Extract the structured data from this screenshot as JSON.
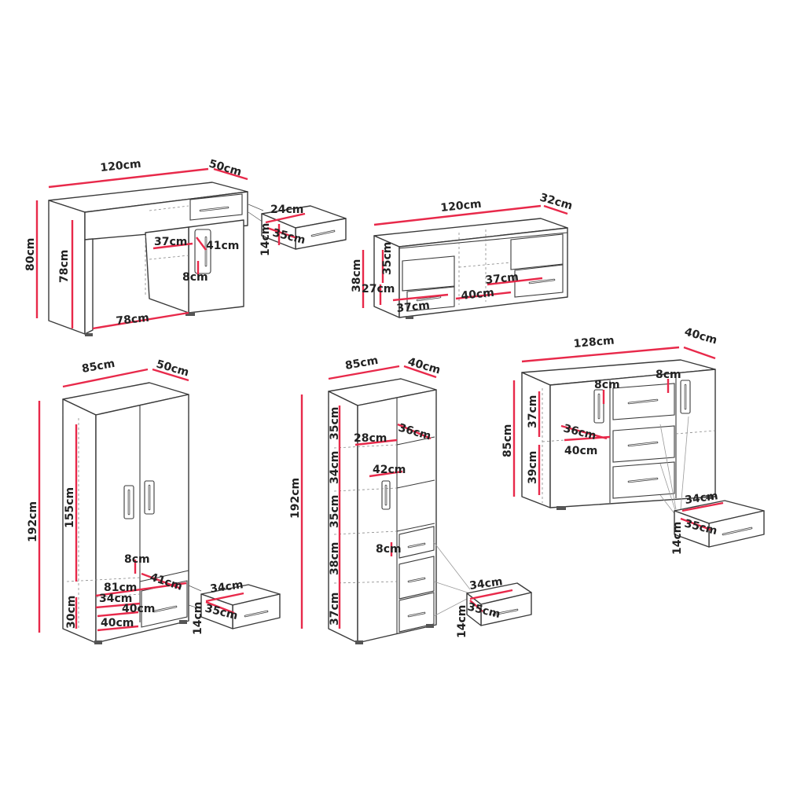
{
  "desk": {
    "width": "120cm",
    "depth": "50cm",
    "height": "80cm",
    "leg_height": "78cm",
    "knee_width": "78cm",
    "shelf_width": "37cm",
    "shelf_depth": "41cm",
    "gap": "8cm",
    "drawer": {
      "width": "24cm",
      "depth": "35cm",
      "height": "14cm"
    }
  },
  "tv_unit": {
    "width": "120cm",
    "depth": "32cm",
    "height": "38cm",
    "inner_height_a": "35cm",
    "inner_height_b": "27cm",
    "drawer_width_left": "37cm",
    "middle_width": "40cm",
    "drawer_width_right": "37cm"
  },
  "wardrobe": {
    "width": "85cm",
    "depth": "50cm",
    "height": "192cm",
    "upper_height": "155cm",
    "lower_height": "30cm",
    "inner_width": "81cm",
    "gap": "8cm",
    "inner_depth": "41cm",
    "drawer_depth_a": "34cm",
    "drawer_width_a": "40cm",
    "drawer_width_b": "40cm",
    "drawer": {
      "width": "34cm",
      "depth": "35cm",
      "height": "14cm"
    }
  },
  "bookcase": {
    "width": "85cm",
    "depth": "40cm",
    "height": "192cm",
    "shelf_heights": [
      "35cm",
      "34cm",
      "35cm",
      "38cm",
      "37cm"
    ],
    "shelf_width": "28cm",
    "shelf_depth": "36cm",
    "cabinet_width": "42cm",
    "gap": "8cm",
    "drawer": {
      "width": "34cm",
      "depth": "35cm",
      "height": "14cm"
    }
  },
  "sideboard": {
    "width": "128cm",
    "depth": "40cm",
    "height": "85cm",
    "upper_height": "37cm",
    "lower_height": "39cm",
    "shelf_depth": "36cm",
    "shelf_width": "40cm",
    "gap_a": "8cm",
    "gap_b": "8cm",
    "drawer": {
      "width": "34cm",
      "depth": "35cm",
      "height": "14cm"
    }
  }
}
